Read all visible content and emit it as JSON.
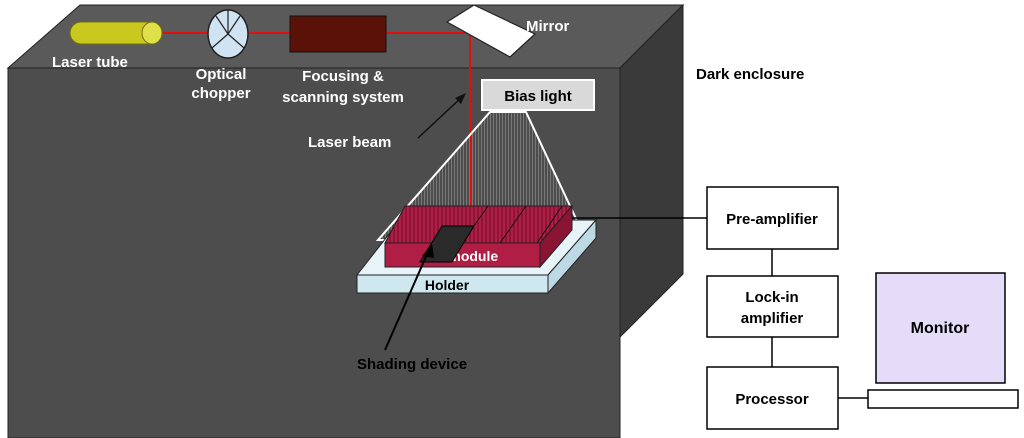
{
  "labels": {
    "laser_tube": "Laser tube",
    "optical_chopper_line1": "Optical",
    "optical_chopper_line2": "chopper",
    "focusing_line1": "Focusing &",
    "focusing_line2": "scanning system",
    "mirror": "Mirror",
    "dark_enclosure": "Dark enclosure",
    "bias_light": "Bias light",
    "laser_beam": "Laser beam",
    "pv_module": "PV module",
    "holder": "Holder",
    "shading_device": "Shading device",
    "pre_amplifier": "Pre-amplifier",
    "lockin_line1": "Lock-in",
    "lockin_line2": "amplifier",
    "processor": "Processor",
    "monitor": "Monitor"
  },
  "colors": {
    "enclosure_front": "#4d4d4d",
    "enclosure_top": "#5a5a5a",
    "enclosure_side": "#3a3a3a",
    "laser_tube": "#c8c81e",
    "laser_beam": "#e01010",
    "focusing_box": "#5a1208",
    "pv_module": "#b01e46",
    "holder": "#cfe8f0",
    "monitor_screen": "#e4dcf8",
    "bias_light_box": "#d9d9d9"
  }
}
